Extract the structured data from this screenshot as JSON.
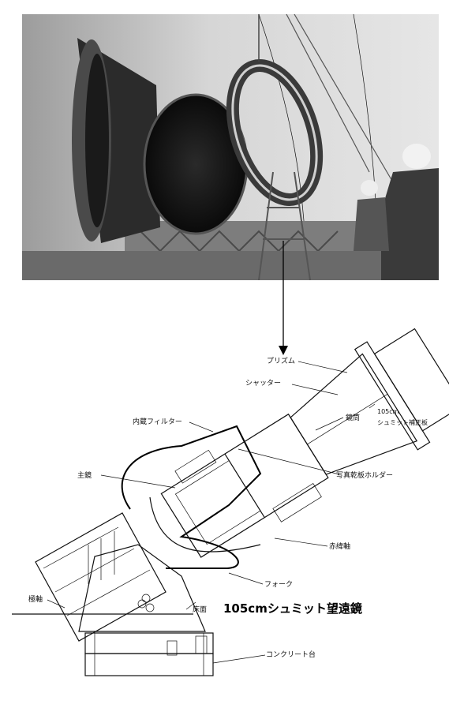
{
  "title": "105cmシュミット望遠鏡",
  "labels": {
    "prism": "プリズム",
    "shutter": "シャッター",
    "corrector_1": "105cm",
    "corrector_2": "シュミット補正板",
    "internal_filter": "内蔵フィルター",
    "tube": "鏡筒",
    "primary_mirror": "主鏡",
    "plate_holder": "写真乾板ホルダー",
    "dec_axis": "赤緯軸",
    "fork": "フォーク",
    "polar_axis": "極軸",
    "floor": "床面",
    "concrete_base": "コンクリート台"
  },
  "colors": {
    "photo_dark": "#1a1a1a",
    "photo_mid": "#8a8a8a",
    "photo_light": "#d8d8d8",
    "line": "#111111"
  }
}
